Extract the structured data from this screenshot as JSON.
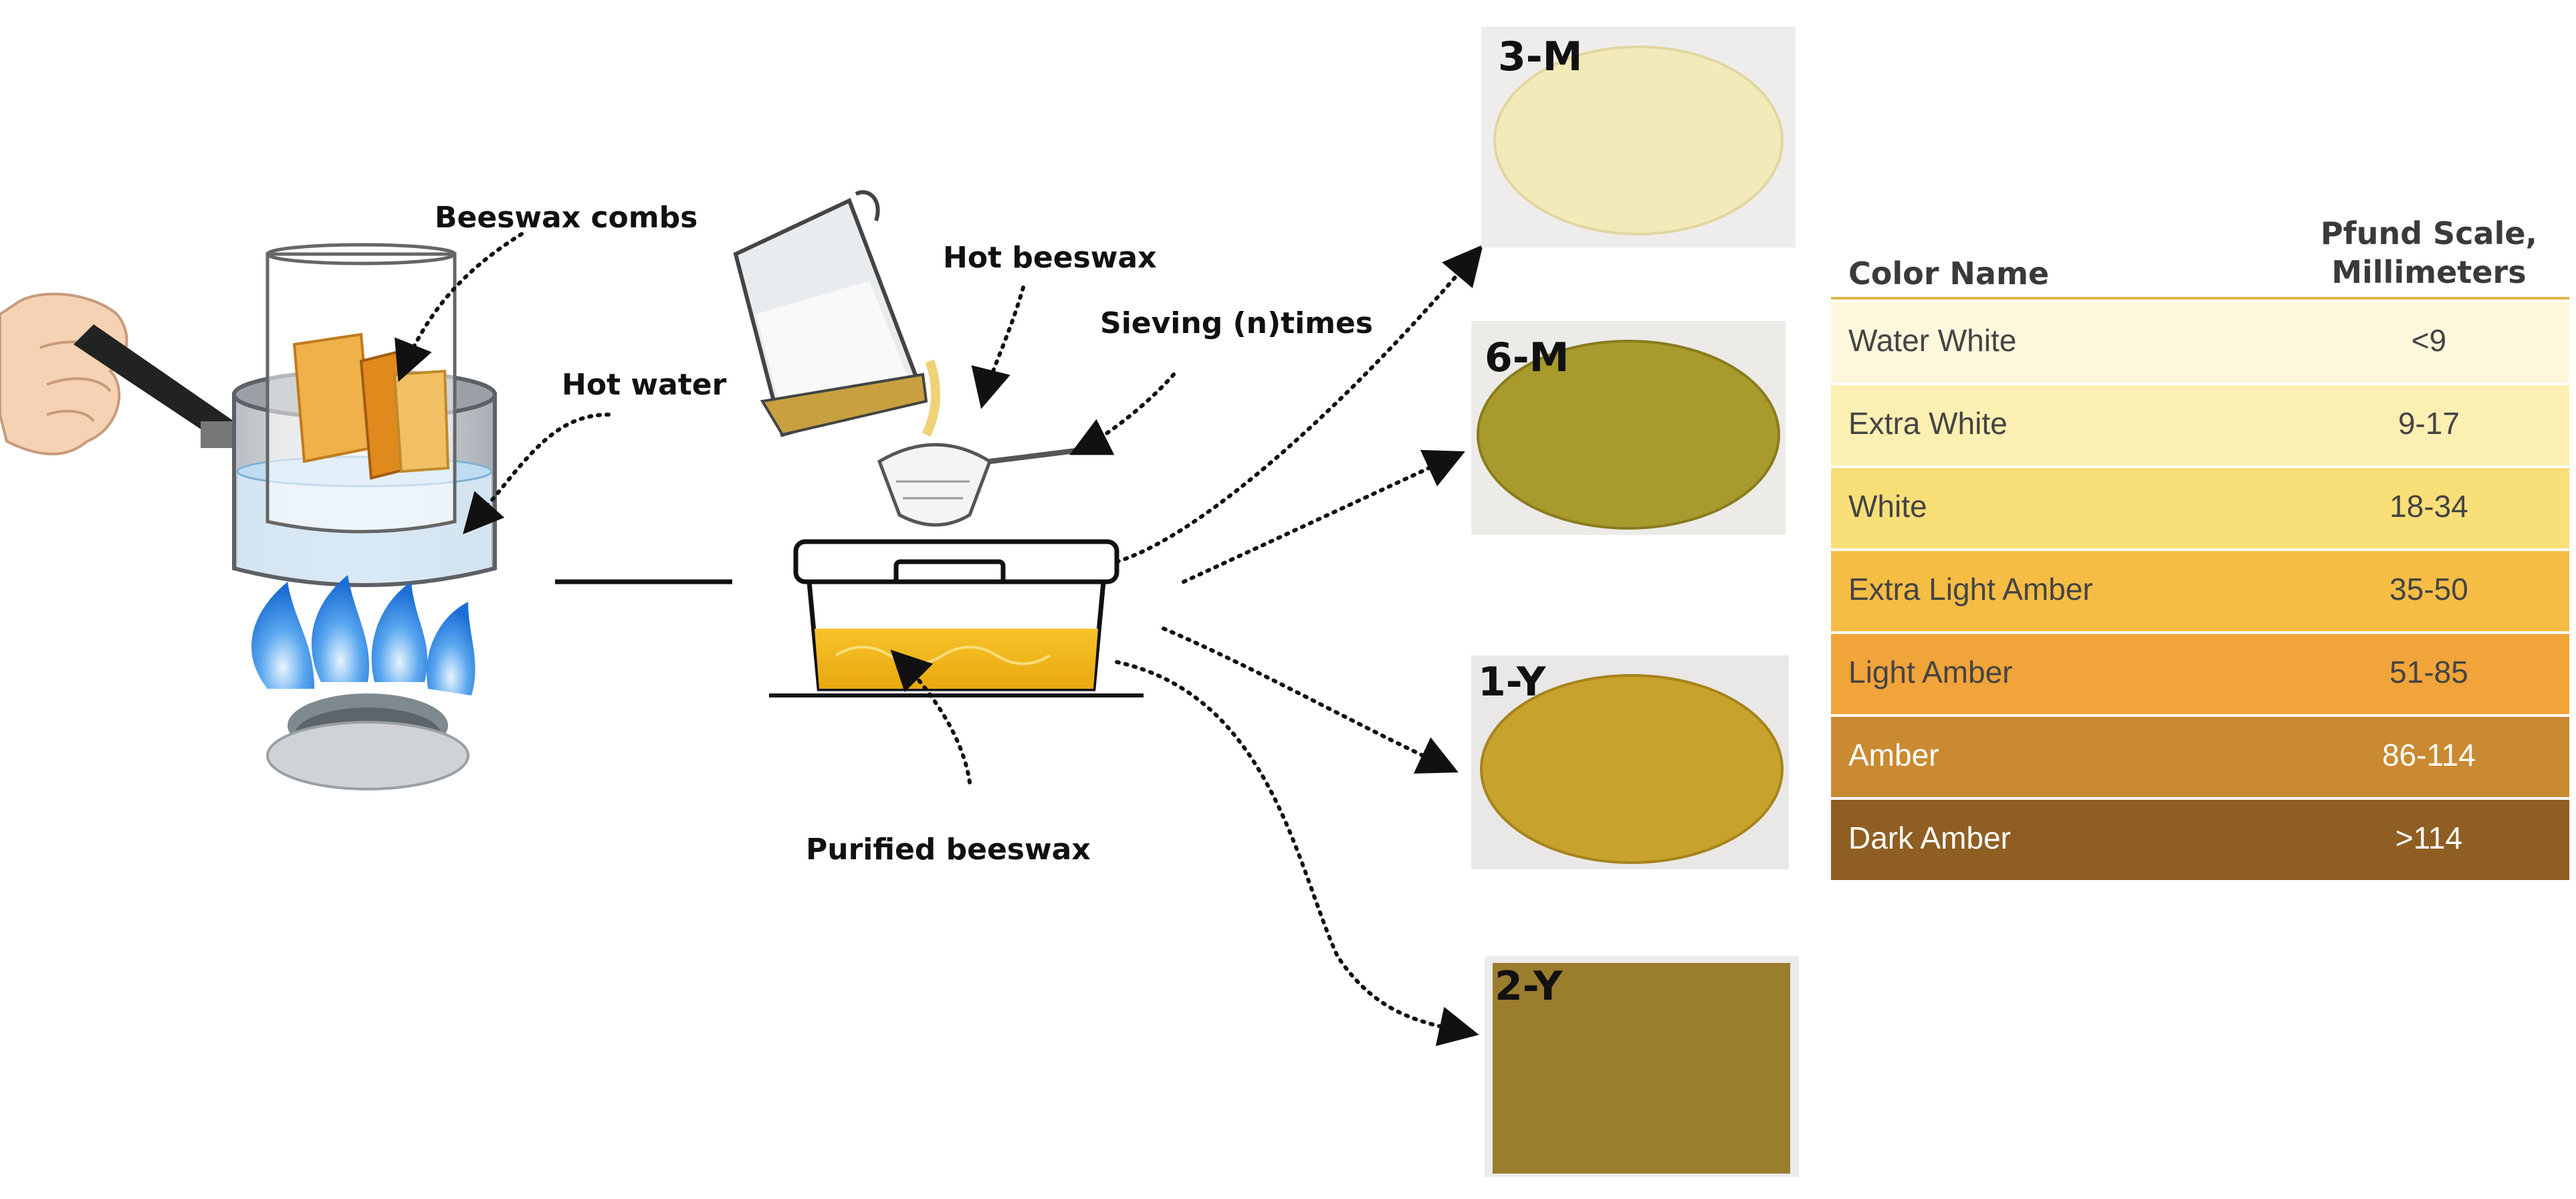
{
  "labels": {
    "beeswax_combs": "Beeswax combs",
    "hot_water": "Hot water",
    "hot_beeswax": "Hot beeswax",
    "sieving": "Sieving (n)times",
    "purified_beeswax": "Purified beeswax"
  },
  "samples": [
    {
      "code": "3-M",
      "color": "#f3eab9"
    },
    {
      "code": "6-M",
      "color": "#a89a2c"
    },
    {
      "code": "1-Y",
      "color": "#c7a22c"
    },
    {
      "code": "2-Y",
      "color": "#9b7d2e"
    }
  ],
  "pfund_table": {
    "header_name": "Color Name",
    "header_scale_line1": "Pfund Scale,",
    "header_scale_line2": "Millimeters",
    "rows": [
      {
        "name": "Water White",
        "value": "<9",
        "color": "#fdf7dc"
      },
      {
        "name": "Extra White",
        "value": "9-17",
        "color": "#fbefb2"
      },
      {
        "name": "White",
        "value": "18-34",
        "color": "#f9df78"
      },
      {
        "name": "Extra Light Amber",
        "value": "35-50",
        "color": "#f6bd45"
      },
      {
        "name": "Light Amber",
        "value": "51-85",
        "color": "#f1a43a"
      },
      {
        "name": "Amber",
        "value": "86-114",
        "color": "#c98a31"
      },
      {
        "name": "Dark Amber",
        "value": ">114",
        "color": "#8f5e22"
      }
    ]
  }
}
